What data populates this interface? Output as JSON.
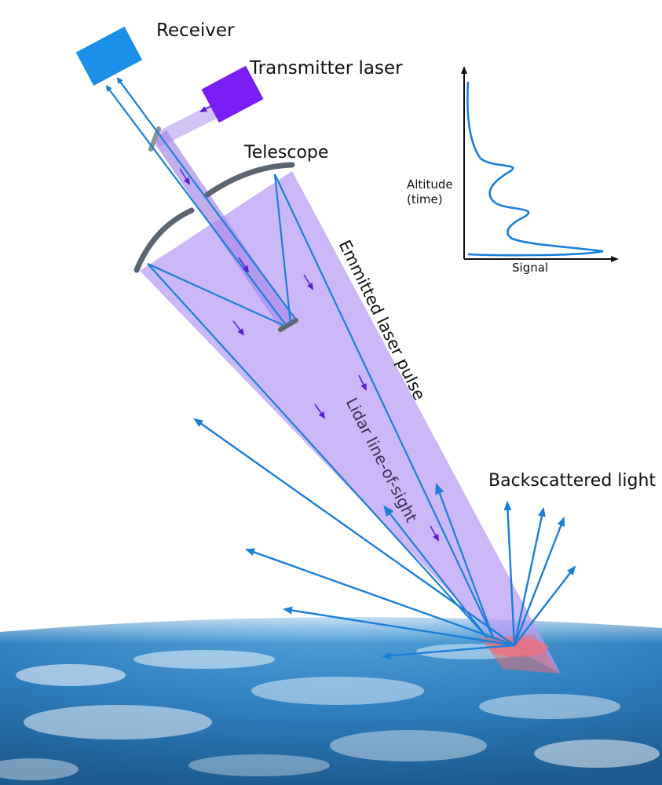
{
  "labels": {
    "receiver": "Receiver",
    "transmitter": "Transmitter laser",
    "telescope": "Telescope",
    "emitted_pulse": "Emmitted laser pulse",
    "line_of_sight": "Lidar line-of-sight",
    "backscattered": "Backscattered light"
  },
  "inset_plot": {
    "ylabel": "Altitude (time)",
    "xlabel": "Signal"
  },
  "colors": {
    "beam": "#b89cf5",
    "ray": "#1a7fd8",
    "receiver": "#1a8fe8",
    "transmitter": "#7a1ef5",
    "mirror": "#5c6670",
    "earth": "#3f8fd0",
    "backscatter_spot": "#e0707a"
  }
}
